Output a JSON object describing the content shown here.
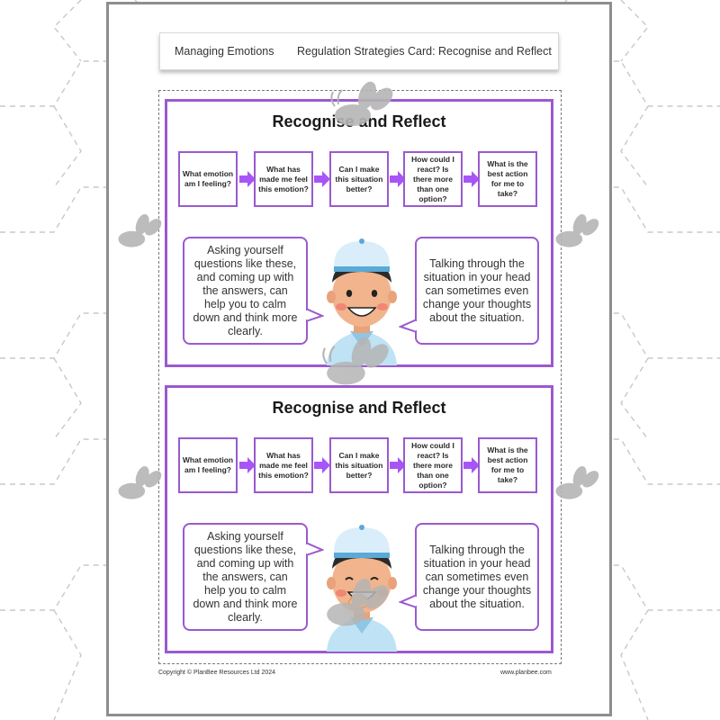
{
  "header": {
    "left": "Managing Emotions",
    "right": "Regulation Strategies Card: Recognise and Reflect"
  },
  "cards": [
    {
      "title": "Recognise and Reflect",
      "steps": [
        "What emotion am I feeling?",
        "What has made me feel this emotion?",
        "Can I make this situation better?",
        "How could I react? Is there more than one option?",
        "What is the best action for me to take?"
      ],
      "bubble_left": "Asking yourself questions like these, and coming up with the answers, can help you to calm down and think more clearly.",
      "bubble_right": "Talking through the situation in your head can sometimes even change your thoughts about the situation."
    },
    {
      "title": "Recognise and Reflect",
      "steps": [
        "What emotion am I feeling?",
        "What has made me feel this emotion?",
        "Can I make this situation better?",
        "How could I react? Is there more than one option?",
        "What is the best action for me to take?"
      ],
      "bubble_left": "Asking yourself questions like these, and coming up with the answers, can help you to calm down and think more clearly.",
      "bubble_right": "Talking through the situation in your head can sometimes even change your thoughts about the situation."
    }
  ],
  "footer": {
    "copyright": "Copyright © PlanBee Resources Ltd 2024",
    "website": "www.planbee.com"
  },
  "colors": {
    "accent": "#9b59d0",
    "arrow": "#a855f7",
    "sheet_border": "#8e8e8e",
    "watermark": "#bdbdbd"
  },
  "icons": [
    "bee-watermark-icon",
    "arrow-right-icon",
    "boy-character-illustration"
  ]
}
